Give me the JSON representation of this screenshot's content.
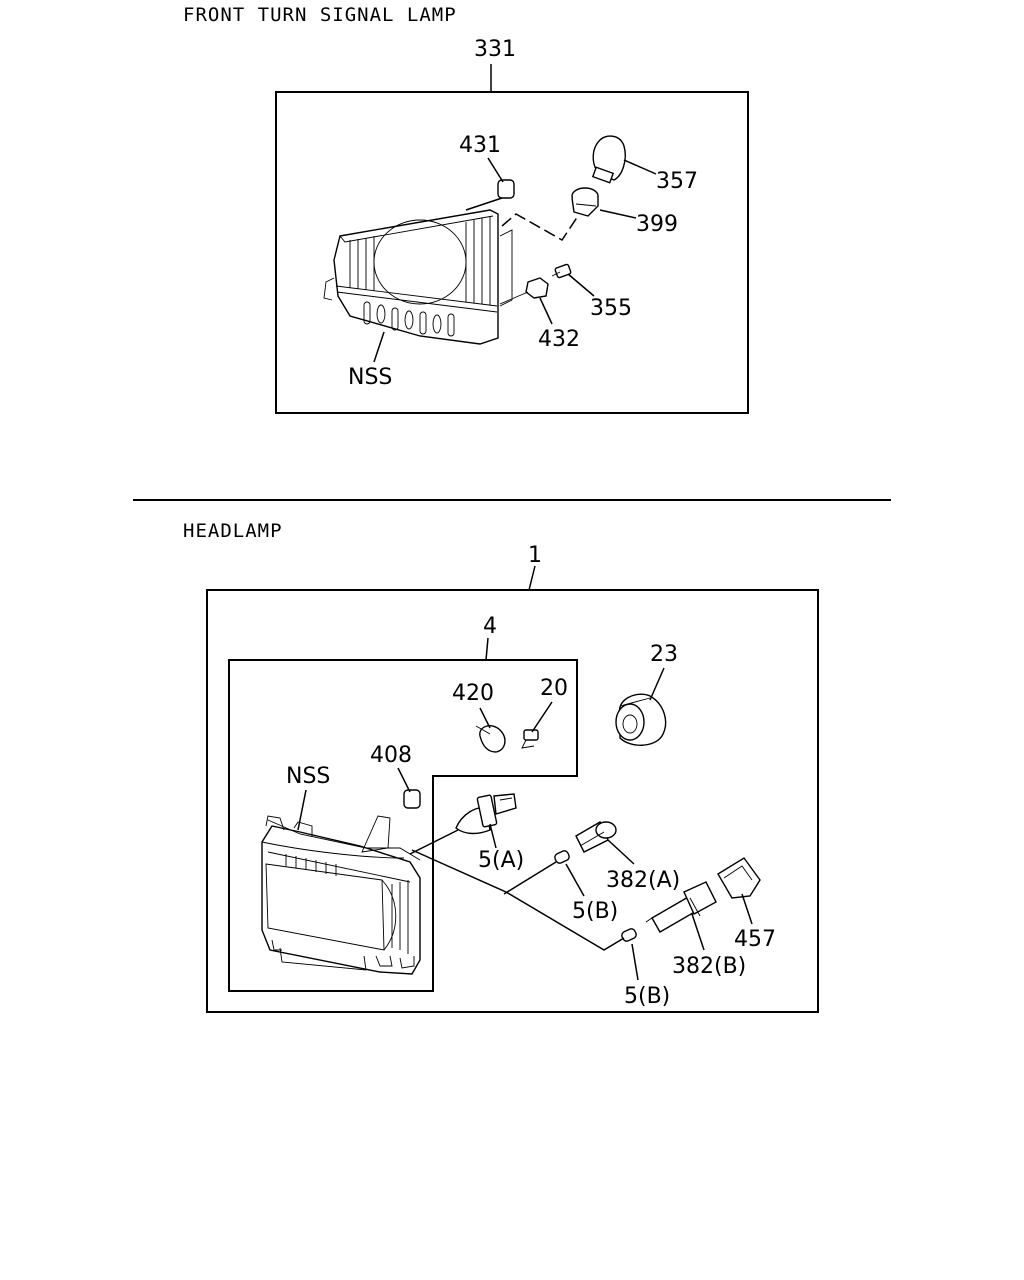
{
  "sections": {
    "turn_signal": {
      "title": "FRONT TURN SIGNAL LAMP",
      "callouts": {
        "assembly": "331",
        "c431": "431",
        "c357": "357",
        "c399": "399",
        "c355": "355",
        "c432": "432",
        "nss": "NSS"
      }
    },
    "headlamp": {
      "title": "HEADLAMP",
      "callouts": {
        "assembly": "1",
        "sub4": "4",
        "c23": "23",
        "c420": "420",
        "c20": "20",
        "c408": "408",
        "nss": "NSS",
        "c5a": "5(A)",
        "c382a": "382(A)",
        "c5b_1": "5(B)",
        "c457": "457",
        "c382b": "382(B)",
        "c5b_2": "5(B)"
      }
    }
  }
}
